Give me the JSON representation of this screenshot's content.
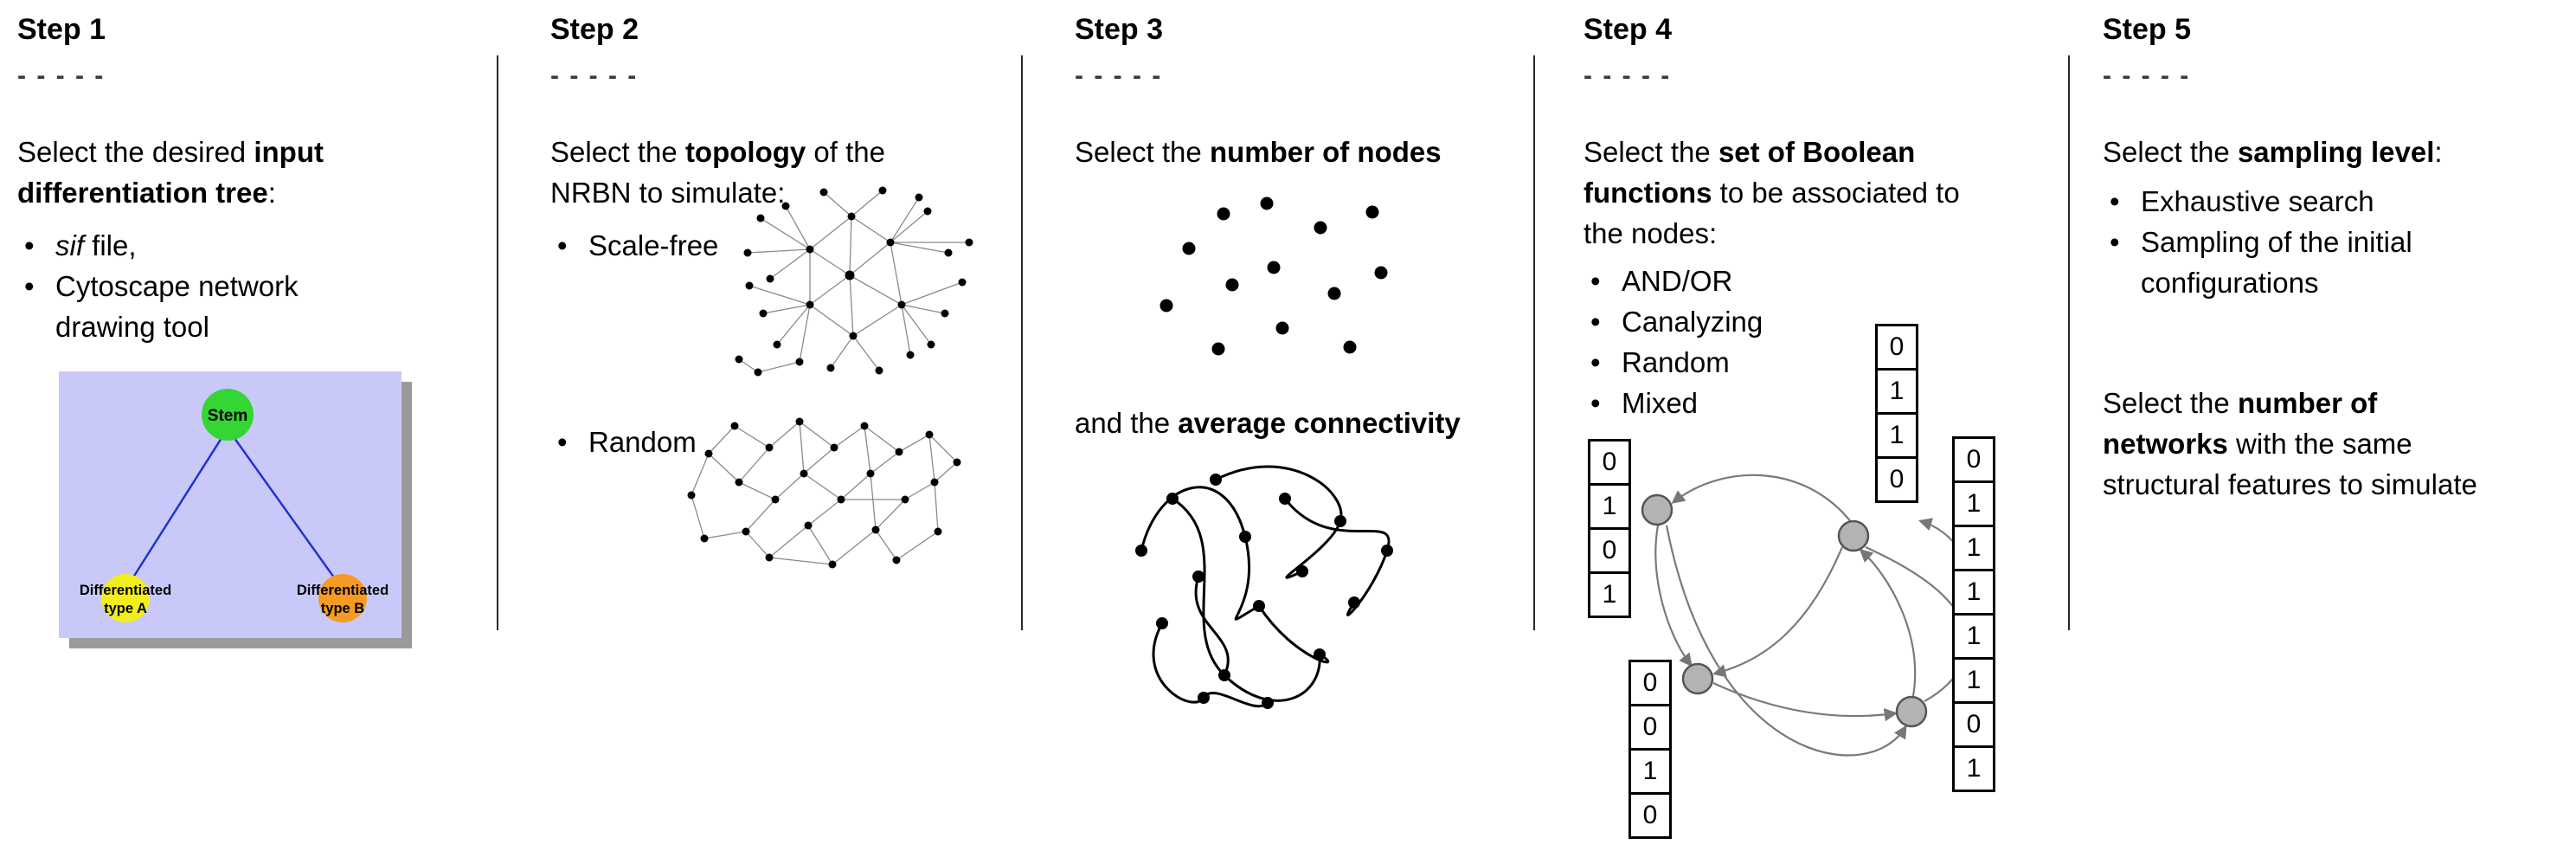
{
  "figure": {
    "steps": [
      {
        "title": "Step 1",
        "dashes": "- - - - -",
        "intro": {
          "l1a": "Select the desired ",
          "l1b": "input",
          "l2a": "differentiation tree",
          "l2b": ":"
        },
        "bullet1": {
          "italic": "sif",
          "rest": " file,"
        },
        "bullet2": {
          "l1": "Cytoscape network",
          "l2": "drawing tool"
        },
        "tree": {
          "root": "Stem",
          "left1": "Differentiated",
          "left2": "type A",
          "right1": "Differentiated",
          "right2": "type B",
          "bg_color": "#c9c9f9",
          "root_color": "#33d633",
          "left_color": "#f2ee1b",
          "right_color": "#f59a23"
        }
      },
      {
        "title": "Step 2",
        "dashes": "- - - - -",
        "intro": {
          "l1a": "Select the ",
          "l1b": "topology",
          "l1c": " of the",
          "l2": "NRBN to simulate:"
        },
        "bullet1": "Scale-free",
        "bullet2": "Random"
      },
      {
        "title": "Step 3",
        "dashes": "- - - - -",
        "p1a": "Select the ",
        "p1b": "number of nodes",
        "p2a": "and the ",
        "p2b": "average connectivity"
      },
      {
        "title": "Step 4",
        "dashes": "- - - - -",
        "intro": {
          "l1a": "Select the ",
          "l1b": "set of Boolean",
          "l2a": "functions",
          "l2b": " to be associated to",
          "l3": "the nodes:"
        },
        "bullets": [
          "AND/OR",
          "Canalyzing",
          "Random",
          "Mixed"
        ],
        "tables": {
          "left": [
            "0",
            "1",
            "0",
            "1"
          ],
          "top": [
            "0",
            "1",
            "1",
            "0"
          ],
          "bottom": [
            "0",
            "0",
            "1",
            "0"
          ],
          "right": [
            "0",
            "1",
            "1",
            "1",
            "1",
            "1",
            "0",
            "1"
          ]
        }
      },
      {
        "title": "Step 5",
        "dashes": "- - - - -",
        "intro": {
          "l1a": "Select the ",
          "l1b": "sampling level",
          "l1c": ":"
        },
        "bullets": {
          "b1": "Exhaustive search",
          "b2l1": "Sampling of the initial",
          "b2l2": "configurations"
        },
        "p2": {
          "l1a": "Select the ",
          "l1b": "number of",
          "l2a": "networks",
          "l2b": " with the same",
          "l3": "structural features to simulate"
        }
      }
    ]
  }
}
